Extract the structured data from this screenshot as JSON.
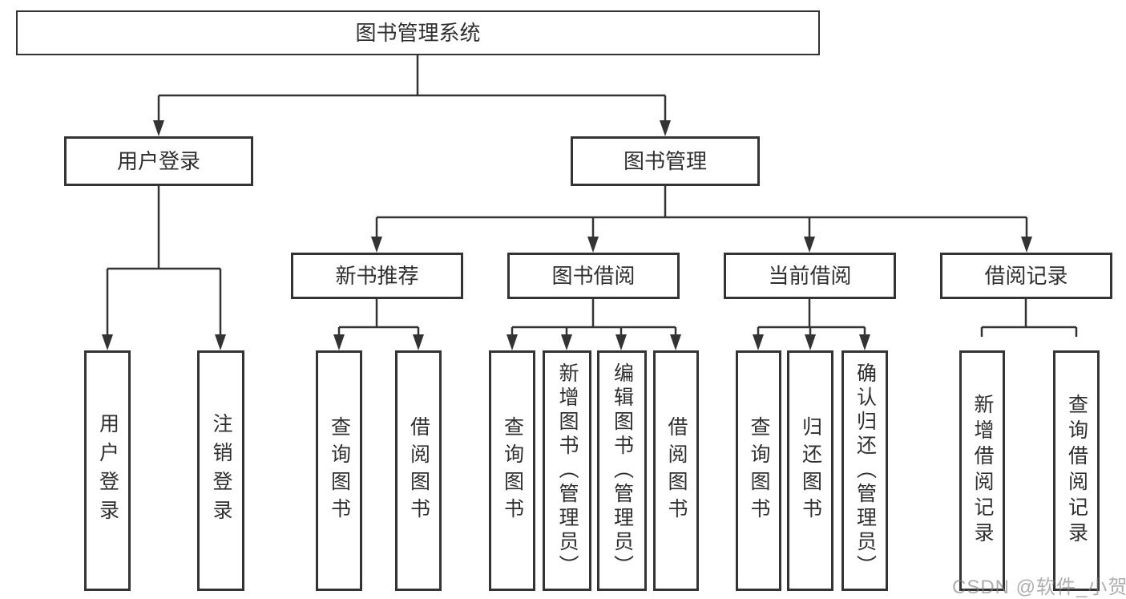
{
  "diagram": {
    "colors": {
      "line": "#333333",
      "box_border": "#333333",
      "text": "#2f2f2f",
      "background": "#ffffff",
      "watermark": "#9a9a9a"
    },
    "tree": {
      "root": "图书管理系统",
      "user_login": {
        "label": "用户登录",
        "children": {
          "login": "用户登录",
          "logout": "注销登录"
        }
      },
      "book_management": {
        "label": "图书管理",
        "new_book_recommend": {
          "label": "新书推荐",
          "children": {
            "query_books": "查询图书",
            "borrow_books": "借阅图书"
          }
        },
        "book_borrow": {
          "label": "图书借阅",
          "children": {
            "query_books": "查询图书",
            "add_books": "新增图书（管理员）",
            "edit_books": "编辑图书（管理员）",
            "borrow_books": "借阅图书"
          }
        },
        "current_borrow": {
          "label": "当前借阅",
          "children": {
            "query_books": "查询图书",
            "return_books": "归还图书",
            "confirm_return": "确认归还（管理员）"
          }
        },
        "borrow_records": {
          "label": "借阅记录",
          "children": {
            "add_record": "新增借阅记录",
            "query_record": "查询借阅记录"
          }
        }
      }
    },
    "watermark": "CSDN @软件_小贺同学"
  }
}
